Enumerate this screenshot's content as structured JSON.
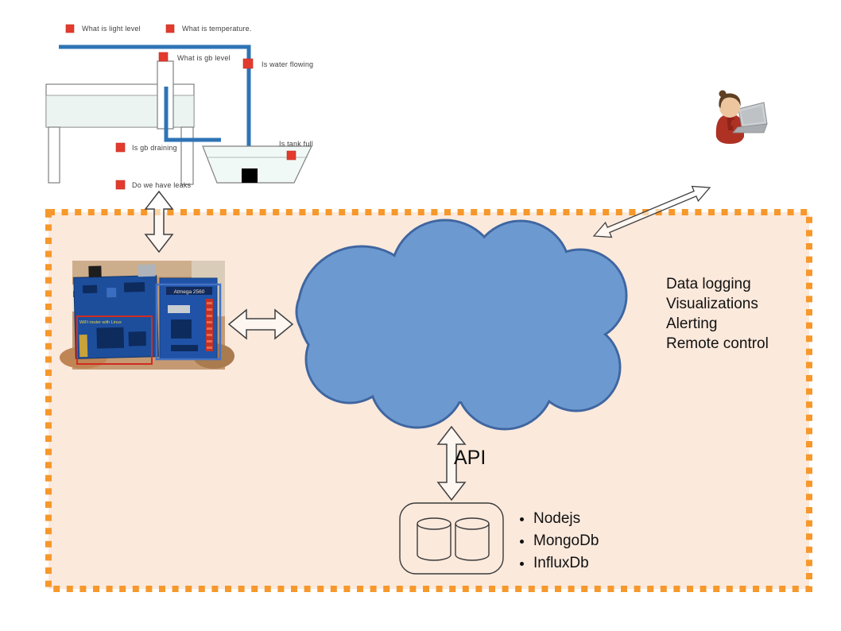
{
  "sketch": {
    "labels": {
      "light": "What is light level",
      "temperature": "What is temperature.",
      "gb_level": "What is gb level",
      "water_flowing": "Is water flowing",
      "gb_draining": "Is gb draining",
      "leaks": "Do we have leaks",
      "tank_full": "Is tank full"
    }
  },
  "gateway_photo": {
    "left_board_label": "WiFi router with Linux",
    "right_board_label": "Atmega 2560"
  },
  "cloud": {
    "services": [
      "Data logging",
      "Visualizations",
      "Alerting",
      "Remote control"
    ]
  },
  "api": {
    "label": "API"
  },
  "database": {
    "items": [
      "Nodejs",
      "MongoDb",
      "InfluxDb"
    ]
  },
  "colors": {
    "boundary_fill": "#FBE9DC",
    "boundary_border": "#F6982B",
    "cloud_fill": "#6D99D1",
    "cloud_stroke": "#3F66A0",
    "sensor_marker": "#E23B2E",
    "pipe": "#2E74B5"
  }
}
